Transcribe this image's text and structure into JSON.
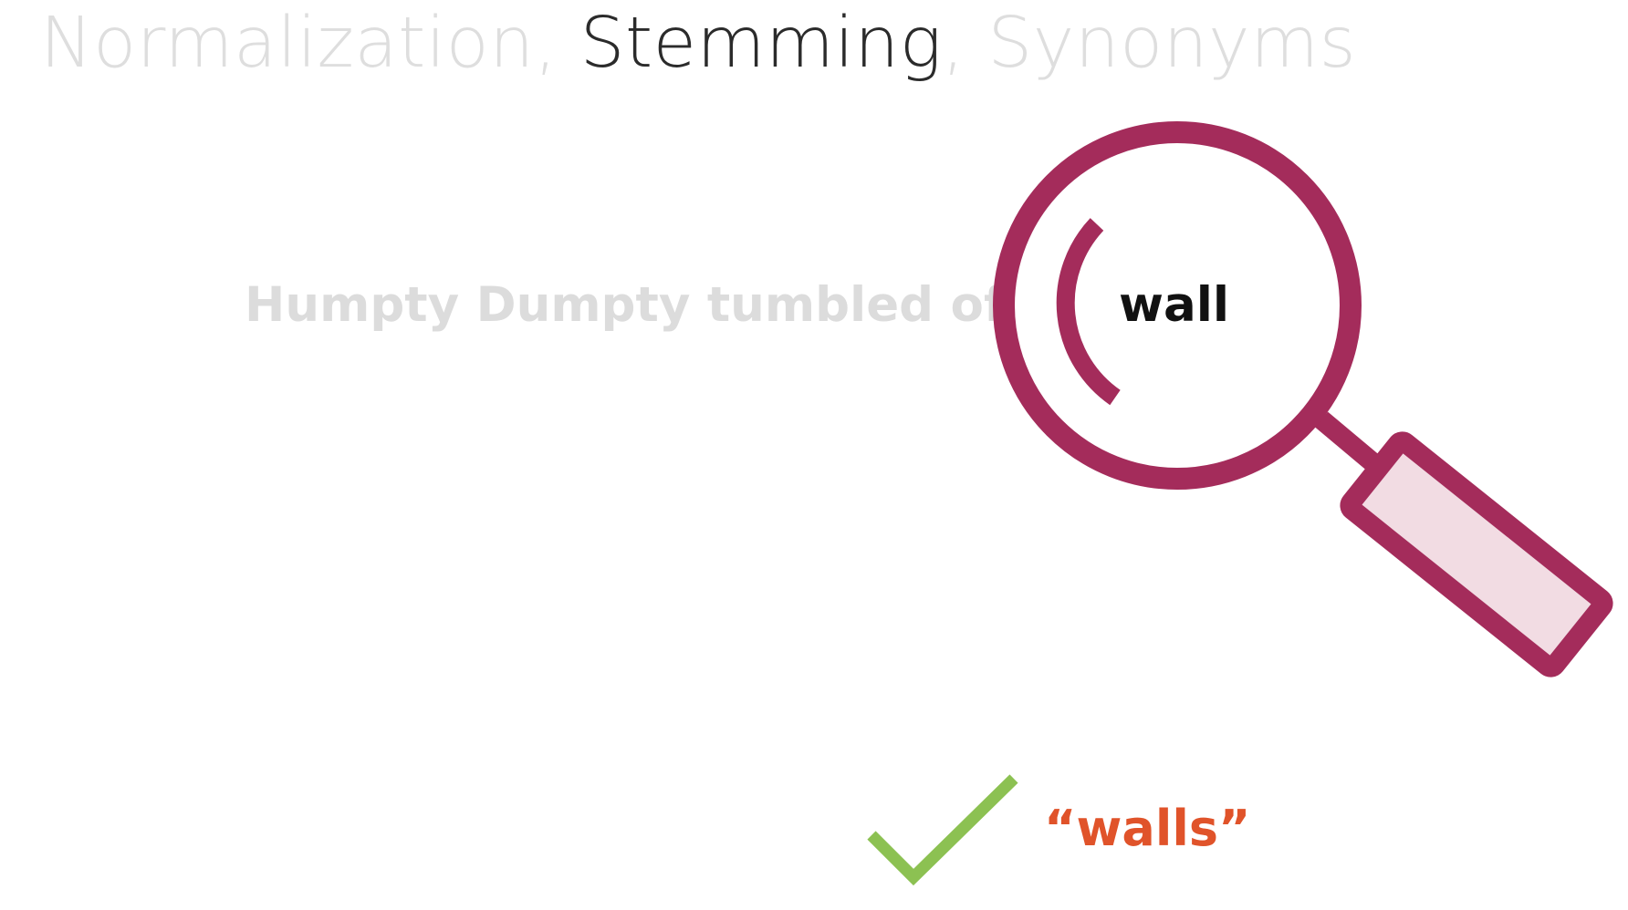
{
  "title": {
    "part_normalization": "Normalization,",
    "part_stemming": "Stemming",
    "part_synonyms": ", Synonyms"
  },
  "sentence": {
    "text": "Humpty Dumpty tumbled off a"
  },
  "magnifier": {
    "word": "wall"
  },
  "match": {
    "word": "“walls”"
  },
  "colors": {
    "magnifier": "#a42c5b",
    "handle_fill": "#f2dce3",
    "check": "#8cc152",
    "match_text": "#e0532a",
    "title_active": "#2b2b2b",
    "title_inactive": "#dedede",
    "sentence_faded": "#dcdcdc"
  },
  "icons": {
    "magnifier": "magnifying-glass-icon",
    "check": "checkmark-icon"
  }
}
